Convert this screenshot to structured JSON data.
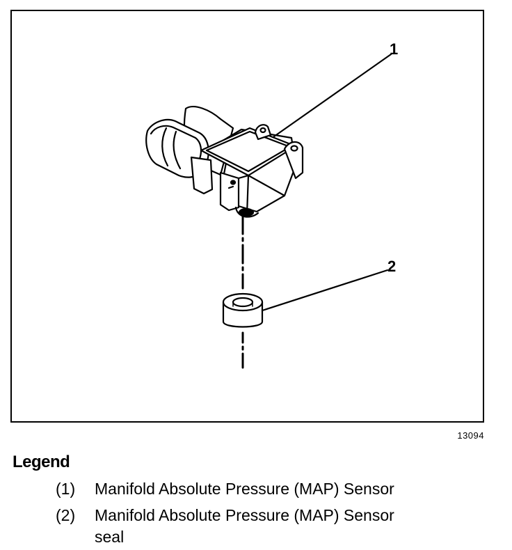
{
  "figure": {
    "callouts": [
      "1",
      "2"
    ],
    "figure_number": "13094"
  },
  "legend": {
    "title": "Legend",
    "items": [
      {
        "number": "(1)",
        "text": "Manifold Absolute Pressure (MAP) Sensor"
      },
      {
        "number": "(2)",
        "text": "Manifold Absolute Pressure (MAP) Sensor seal"
      }
    ]
  }
}
